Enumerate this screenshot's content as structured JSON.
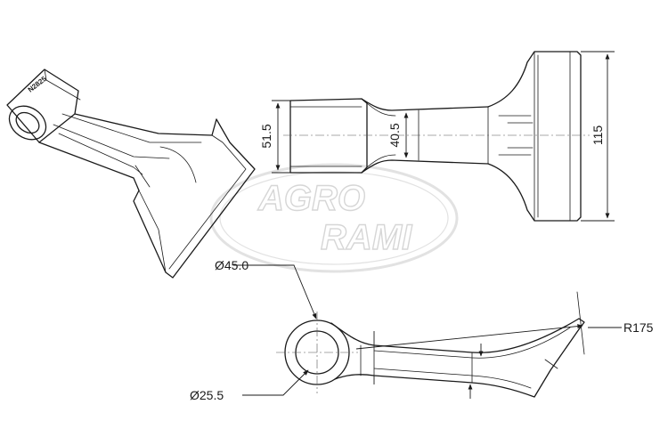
{
  "watermark": {
    "line1": "AGRO",
    "line2": "RAMI"
  },
  "part_marking": "N2825",
  "dimensions": {
    "head_width": "51.5",
    "neck_width": "40.5",
    "blade_width": "115",
    "hole_outer": "Ø45.0",
    "hole_inner": "Ø25.5",
    "radius": "R175"
  }
}
